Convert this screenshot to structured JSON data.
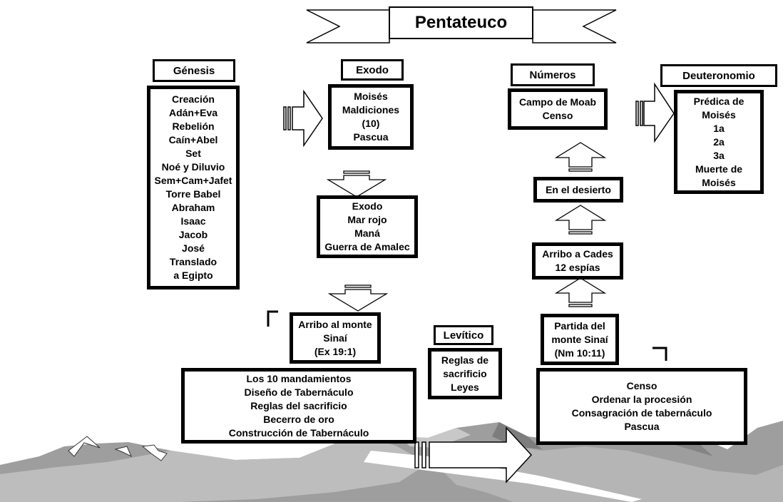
{
  "title": "Pentateuco",
  "books": {
    "genesis": {
      "name": "Génesis",
      "items": [
        "Creación",
        "Adán+Eva",
        "Rebelión",
        "Caín+Abel",
        "Set",
        "Noé y Diluvio",
        "Sem+Cam+Jafet",
        "Torre Babel",
        "Abraham",
        "Isaac",
        "Jacob",
        "José",
        "Translado",
        "a Egipto"
      ]
    },
    "exodo": {
      "name": "Exodo",
      "items": [
        "Moisés",
        "Maldiciones",
        "(10)",
        "Pascua"
      ]
    },
    "numeros": {
      "name": "Números",
      "items": [
        "Campo de Moab",
        "Censo"
      ]
    },
    "deuteronomio": {
      "name": "Deuteronomio",
      "items": [
        "Prédica de",
        "Moisés",
        "1a",
        "2a",
        "3a",
        "Muerte de",
        "Moisés"
      ]
    },
    "levitico": {
      "name": "Levítico",
      "items": [
        "Reglas de",
        "sacrificio",
        "Leyes"
      ]
    }
  },
  "boxes": {
    "exodo_journey": [
      "Exodo",
      "Mar rojo",
      "Maná",
      "Guerra de Amalec"
    ],
    "sinai_arrival": [
      "Arribo al monte",
      "Sinaí",
      "(Ex 19:1)"
    ],
    "sinai_events": [
      "Los 10 mandamientos",
      "Diseño de Tabernáculo",
      "Reglas del sacrificio",
      "Becerro de oro",
      "Construcción de Tabernáculo"
    ],
    "sinai_departure": [
      "Partida del",
      "monte Sinaí",
      "(Nm 10:11)"
    ],
    "numbers_events": [
      "Censo",
      "Ordenar la procesión",
      "Consagración de tabernáculo",
      "Pascua"
    ],
    "cades": [
      "Arribo a Cades",
      "12 espías"
    ],
    "desierto": [
      "En el desierto"
    ]
  }
}
